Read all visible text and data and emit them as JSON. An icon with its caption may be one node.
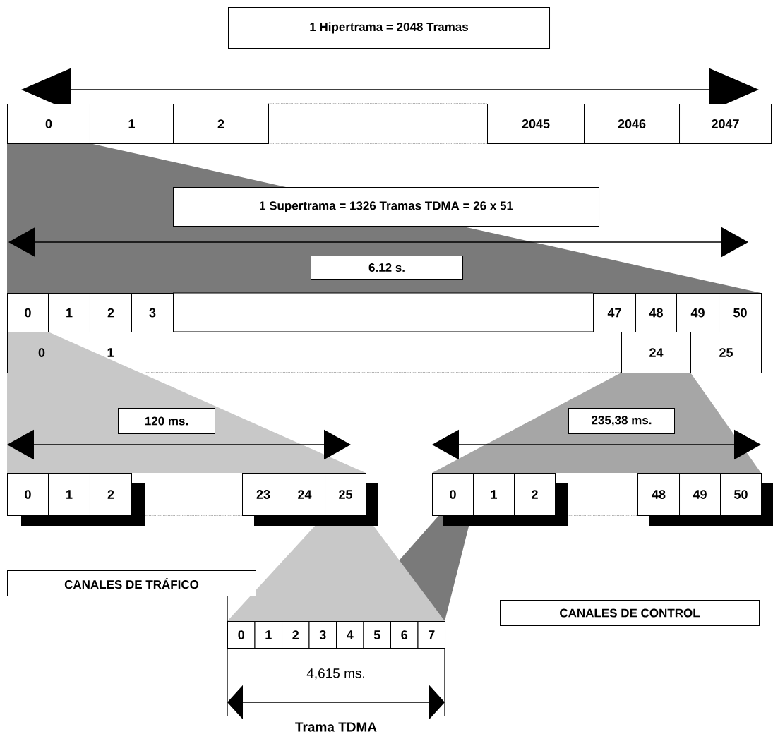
{
  "diagram": {
    "nodes": [
      {
        "text": [
          "1 Hipertrama = 2048 Tramas"
        ]
      },
      {
        "text": [
          "0"
        ]
      },
      {
        "text": [
          "1"
        ]
      },
      {
        "text": [
          "2"
        ]
      },
      {
        "text": [],
        "shape": "box"
      },
      {
        "text": [
          "2045"
        ]
      },
      {
        "text": [
          "2046"
        ]
      },
      {
        "text": [
          "2047"
        ]
      },
      {
        "text": [
          "1 Supertrama = 1326 Tramas TDMA = 26 x 51"
        ]
      },
      {
        "text": [
          "6.12 s."
        ]
      },
      {
        "text": [
          "0"
        ]
      },
      {
        "text": [
          "1"
        ]
      },
      {
        "text": [
          "2"
        ]
      },
      {
        "text": [
          "3"
        ]
      },
      {
        "text": [],
        "shape": "box"
      },
      {
        "text": [
          "47"
        ]
      },
      {
        "text": [
          "48"
        ]
      },
      {
        "text": [
          "49"
        ]
      },
      {
        "text": [
          "50"
        ]
      },
      {
        "text": [
          "0"
        ]
      },
      {
        "text": [
          "1"
        ]
      },
      {
        "text": [],
        "shape": "box"
      },
      {
        "text": [
          "24"
        ]
      },
      {
        "text": [
          "25"
        ]
      },
      {
        "text": [
          "120 ms."
        ]
      },
      {
        "text": [
          "235,38 ms."
        ]
      },
      {
        "text": [
          "0"
        ]
      },
      {
        "text": [
          "1"
        ]
      },
      {
        "text": [
          "2"
        ]
      },
      {
        "text": [],
        "shape": "box"
      },
      {
        "text": [
          "23"
        ]
      },
      {
        "text": [
          "24"
        ]
      },
      {
        "text": [
          "25"
        ]
      },
      {
        "text": [
          "0"
        ]
      },
      {
        "text": [
          "1"
        ]
      },
      {
        "text": [
          "2"
        ]
      },
      {
        "text": [],
        "shape": "box"
      },
      {
        "text": [
          "48"
        ]
      },
      {
        "text": [
          "49"
        ]
      },
      {
        "text": [
          "50"
        ]
      },
      {
        "text": [
          "CANALES DE TRÁFICO"
        ]
      },
      {
        "text": [
          "CANALES DE CONTROL"
        ]
      },
      {
        "text": [
          "0"
        ]
      },
      {
        "text": [
          "1"
        ]
      },
      {
        "text": [
          "2"
        ]
      },
      {
        "text": [
          "3"
        ]
      },
      {
        "text": [
          "4"
        ]
      },
      {
        "text": [
          "5"
        ]
      },
      {
        "text": [
          "6"
        ]
      },
      {
        "text": [
          "7"
        ]
      }
    ],
    "labels": [
      "4,615 ms.",
      "Trama TDMA"
    ]
  }
}
